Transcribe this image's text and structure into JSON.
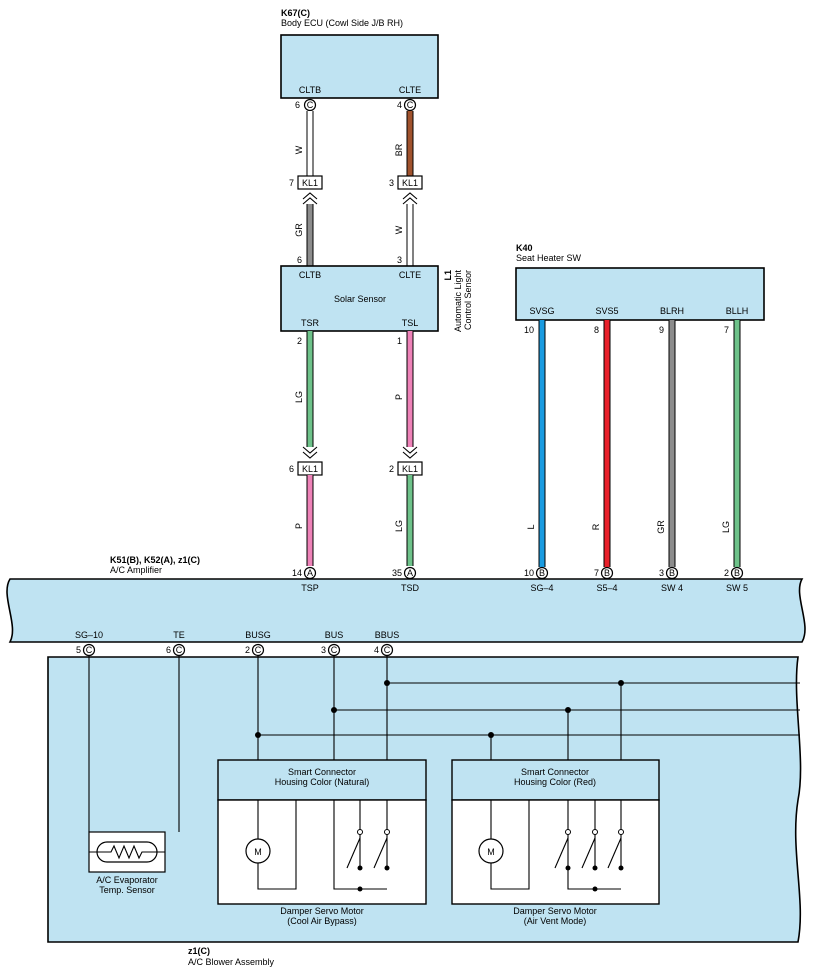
{
  "ecu": {
    "code": "K67(C)",
    "name": "Body ECU (Cowl Side J/B RH)",
    "pin_left": "CLTB",
    "pin_right": "CLTE",
    "pin_left_num": "6",
    "pin_right_num": "4",
    "conn": "C"
  },
  "wires_upper": {
    "left_color": "W",
    "right_color": "BR",
    "left_color2": "GR",
    "right_color2": "W"
  },
  "junction_upper": {
    "label": "KL1",
    "left_num": "7",
    "right_num": "3"
  },
  "sensor": {
    "code": "L1",
    "name_line1": "Automatic Light",
    "name_line2": "Control Sensor",
    "title": "Solar Sensor",
    "pin_top_left": "CLTB",
    "pin_top_right": "CLTE",
    "pin_bot_left": "TSR",
    "pin_bot_right": "TSL",
    "num_top_left": "6",
    "num_top_right": "3",
    "num_bot_left": "2",
    "num_bot_right": "1"
  },
  "wires_mid": {
    "left_color": "LG",
    "right_color": "P",
    "left_color2": "P",
    "right_color2": "LG"
  },
  "junction_lower": {
    "label": "KL1",
    "left_num": "6",
    "right_num": "2"
  },
  "seat": {
    "code": "K40",
    "name": "Seat Heater SW",
    "pins": [
      "SVSG",
      "SVS5",
      "BLRH",
      "BLLH"
    ],
    "nums": [
      "10",
      "8",
      "9",
      "7"
    ],
    "wire_colors": [
      "L",
      "R",
      "GR",
      "LG"
    ],
    "wire_hex": [
      "#1a9be0",
      "#e8202a",
      "#8c8c8c",
      "#6ec28a"
    ]
  },
  "amp": {
    "code": "K51(B), K52(A), z1(C)",
    "name": "A/C Amplifier",
    "top_pins": [
      {
        "num": "14",
        "conn": "A",
        "label": "TSP"
      },
      {
        "num": "35",
        "conn": "A",
        "label": "TSD"
      },
      {
        "num": "10",
        "conn": "B",
        "label": "SG–4"
      },
      {
        "num": "7",
        "conn": "B",
        "label": "S5–4"
      },
      {
        "num": "3",
        "conn": "B",
        "label": "SW 4"
      },
      {
        "num": "2",
        "conn": "B",
        "label": "SW 5"
      }
    ],
    "bottom_pins": [
      {
        "num": "5",
        "conn": "C",
        "label": "SG–10"
      },
      {
        "num": "6",
        "conn": "C",
        "label": "TE"
      },
      {
        "num": "2",
        "conn": "C",
        "label": "BUSG"
      },
      {
        "num": "3",
        "conn": "C",
        "label": "BUS"
      },
      {
        "num": "4",
        "conn": "C",
        "label": "BBUS"
      }
    ]
  },
  "blower": {
    "code": "z1(C)",
    "name": "A/C Blower Assembly",
    "evap_line1": "A/C Evaporator",
    "evap_line2": "Temp.  Sensor",
    "sc1_line1": "Smart Connector",
    "sc1_line2": "Housing Color (Natural)",
    "sc2_line1": "Smart Connector",
    "sc2_line2": "Housing Color (Red)",
    "motor1_line1": "Damper Servo Motor",
    "motor1_line2": "(Cool Air Bypass)",
    "motor2_line1": "Damper Servo Motor",
    "motor2_line2": "(Air Vent Mode)",
    "motor_letter": "M"
  },
  "colors": {
    "box_fill": "#bfe3f2",
    "W": "#ffffff",
    "BR": "#a0522d",
    "GR": "#8c8c8c",
    "LG": "#6ec28a",
    "P": "#ee82b8"
  }
}
